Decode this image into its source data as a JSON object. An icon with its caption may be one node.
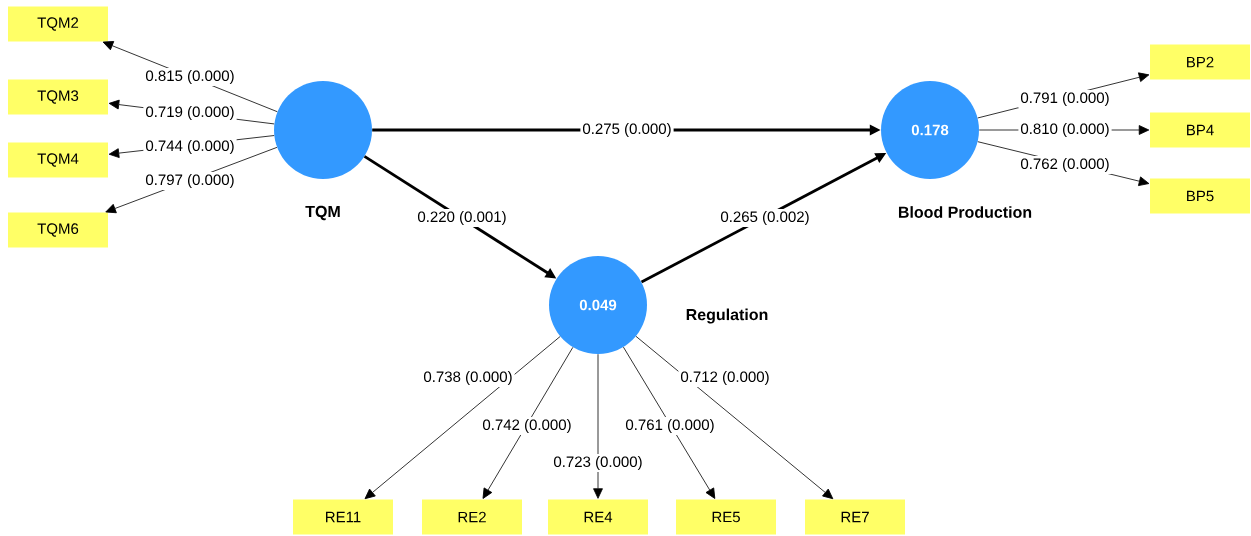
{
  "diagram": {
    "nodes": [
      {
        "text": [
          "TQM2"
        ]
      },
      {
        "text": [
          "TQM3"
        ]
      },
      {
        "text": [
          "TQM4"
        ]
      },
      {
        "text": [
          "TQM6"
        ]
      },
      {
        "text": [
          "TQM"
        ]
      },
      {
        "text": [
          "0.178",
          "Blood Production"
        ]
      },
      {
        "text": [
          "BP2"
        ]
      },
      {
        "text": [
          "BP4"
        ]
      },
      {
        "text": [
          "BP5"
        ]
      },
      {
        "text": [
          "0.049",
          "Regulation"
        ]
      },
      {
        "text": [
          "RE11"
        ]
      },
      {
        "text": [
          "RE2"
        ]
      },
      {
        "text": [
          "RE4"
        ]
      },
      {
        "text": [
          "RE5"
        ]
      },
      {
        "text": [
          "RE7"
        ]
      }
    ],
    "edges": [
      {
        "from": 4,
        "to": 0,
        "arrow": "to",
        "label": "0.815 (0.000)"
      },
      {
        "from": 4,
        "to": 1,
        "arrow": "to",
        "label": "0.719 (0.000)"
      },
      {
        "from": 4,
        "to": 2,
        "arrow": "to",
        "label": "0.744 (0.000)"
      },
      {
        "from": 4,
        "to": 3,
        "arrow": "to",
        "label": "0.797 (0.000)"
      },
      {
        "from": 4,
        "to": 5,
        "arrow": "to",
        "label": "0.275 (0.000)",
        "style": "thick"
      },
      {
        "from": 4,
        "to": 9,
        "arrow": "to",
        "label": "0.220 (0.001)",
        "style": "thick"
      },
      {
        "from": 9,
        "to": 5,
        "arrow": "to",
        "label": "0.265 (0.002)",
        "style": "thick"
      },
      {
        "from": 5,
        "to": 6,
        "arrow": "to",
        "label": "0.791 (0.000)"
      },
      {
        "from": 5,
        "to": 7,
        "arrow": "to",
        "label": "0.810 (0.000)"
      },
      {
        "from": 5,
        "to": 8,
        "arrow": "to",
        "label": "0.762 (0.000)"
      },
      {
        "from": 9,
        "to": 10,
        "arrow": "to",
        "label": "0.738 (0.000)"
      },
      {
        "from": 9,
        "to": 11,
        "arrow": "to",
        "label": "0.742 (0.000)"
      },
      {
        "from": 9,
        "to": 12,
        "arrow": "to",
        "label": "0.723 (0.000)"
      },
      {
        "from": 9,
        "to": 13,
        "arrow": "to",
        "label": "0.761 (0.000)"
      },
      {
        "from": 9,
        "to": 14,
        "arrow": "to",
        "label": "0.712 (0.000)"
      }
    ]
  }
}
